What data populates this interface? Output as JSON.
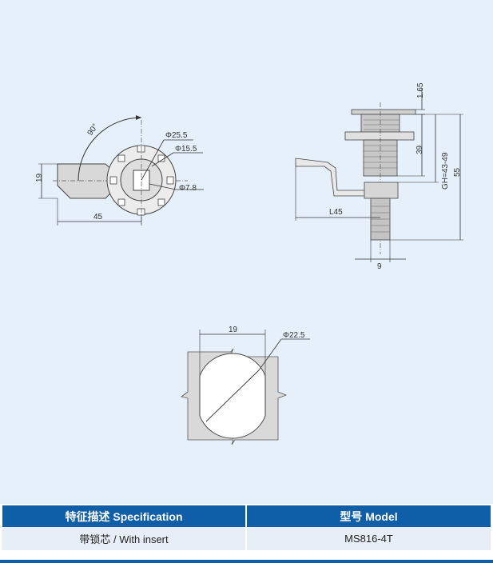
{
  "front_view": {
    "angle_label": "90°",
    "dia_outer": "Φ25.5",
    "dia_inner": "Φ15.5",
    "dia_small": "Φ7.8",
    "height_label": "19",
    "length_label": "45"
  },
  "side_view": {
    "top_label": "1.65",
    "thread_label": "39",
    "gh_label": "GH=43-49",
    "total_label": "55",
    "arm_label": "L45",
    "width_label": "9"
  },
  "cutout": {
    "width_label": "19",
    "dia_label": "Φ22.5"
  },
  "spec_table": {
    "headers": [
      "特征描述 Specification",
      "型号 Model"
    ],
    "row": [
      "带锁芯 / With insert",
      "MS816-4T"
    ]
  }
}
